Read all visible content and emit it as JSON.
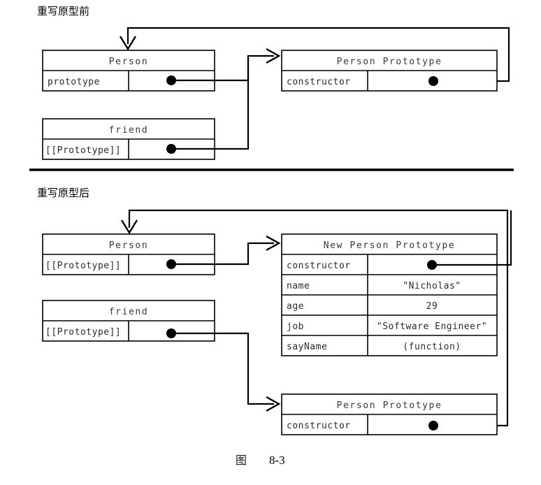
{
  "figure": {
    "caption_cn": "图",
    "caption_num": "8-3",
    "sections": [
      {
        "id": "before",
        "title": "重写原型前",
        "boxes": [
          {
            "id": "person-before",
            "title": "Person",
            "rows": [
              {
                "key": "prototype",
                "value": "",
                "value_kind": "pointer"
              }
            ]
          },
          {
            "id": "friend-before",
            "title": "friend",
            "rows": [
              {
                "key": "[[Prototype]]",
                "value": "",
                "value_kind": "pointer"
              }
            ]
          },
          {
            "id": "person-prototype-before",
            "title": "Person Prototype",
            "rows": [
              {
                "key": "constructor",
                "value": "",
                "value_kind": "pointer"
              }
            ]
          }
        ]
      },
      {
        "id": "after",
        "title": "重写原型后",
        "boxes": [
          {
            "id": "person-after",
            "title": "Person",
            "rows": [
              {
                "key": "[[Prototype]]",
                "value": "",
                "value_kind": "pointer"
              }
            ]
          },
          {
            "id": "friend-after",
            "title": "friend",
            "rows": [
              {
                "key": "[[Prototype]]",
                "value": "",
                "value_kind": "pointer"
              }
            ]
          },
          {
            "id": "new-person-prototype",
            "title": "New Person Prototype",
            "rows": [
              {
                "key": "constructor",
                "value": "",
                "value_kind": "pointer"
              },
              {
                "key": "name",
                "value": "\"Nicholas\"",
                "value_kind": "text"
              },
              {
                "key": "age",
                "value": "29",
                "value_kind": "text"
              },
              {
                "key": "job",
                "value": "\"Software Engineer\"",
                "value_kind": "text"
              },
              {
                "key": "sayName",
                "value": "(function)",
                "value_kind": "text"
              }
            ]
          },
          {
            "id": "person-prototype-after",
            "title": "Person Prototype",
            "rows": [
              {
                "key": "constructor",
                "value": "",
                "value_kind": "pointer"
              }
            ]
          }
        ]
      }
    ]
  },
  "labels": {
    "section_before_title": "重写原型前",
    "section_after_title": "重写原型后",
    "person": "Person",
    "friend": "friend",
    "person_prototype": "Person Prototype",
    "new_person_prototype": "New Person Prototype",
    "prototype_prop": "prototype",
    "internal_prototype_prop": "[[Prototype]]",
    "constructor_prop": "constructor",
    "name_prop": "name",
    "age_prop": "age",
    "job_prop": "job",
    "sayname_prop": "sayName",
    "name_value": "\"Nicholas\"",
    "age_value": "29",
    "job_value": "\"Software Engineer\"",
    "sayname_value": "(function)"
  },
  "colors": {
    "stroke": "#000000",
    "background": "#ffffff",
    "text": "#2b2b2b"
  }
}
